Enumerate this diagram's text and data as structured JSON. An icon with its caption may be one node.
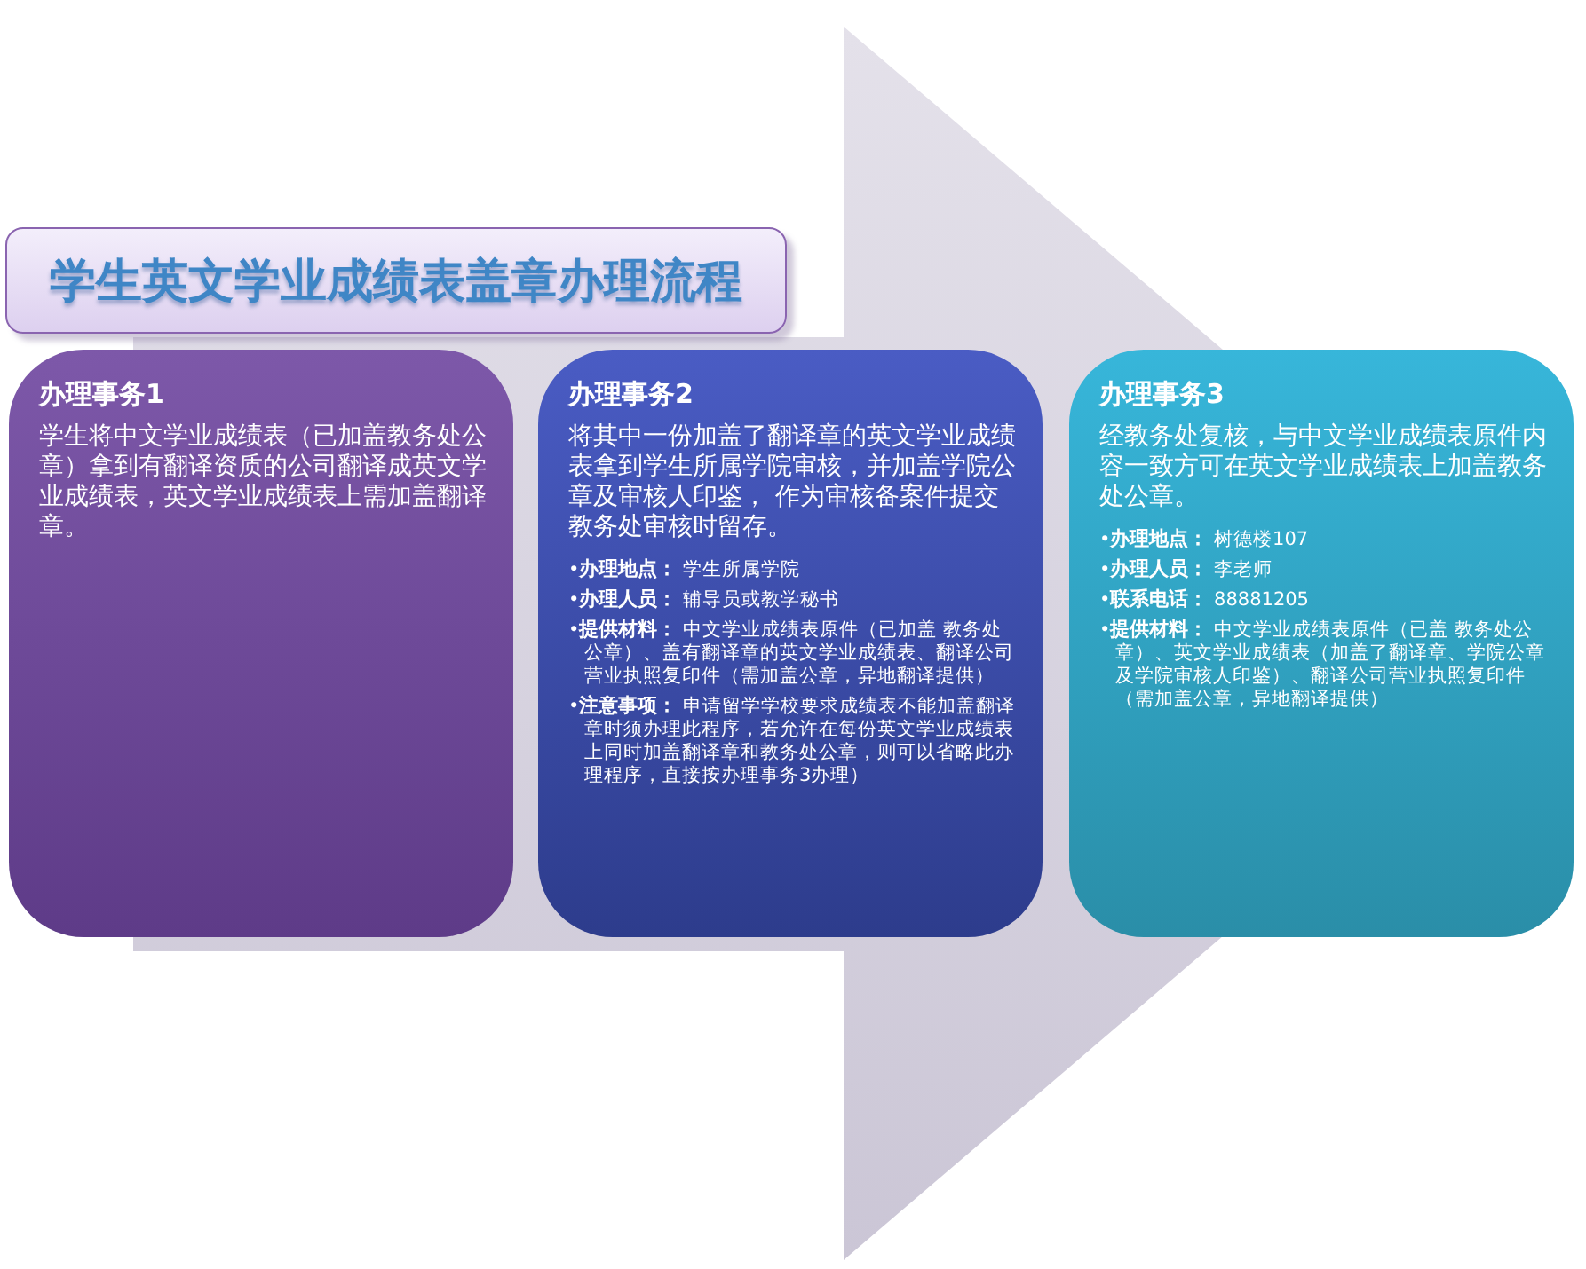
{
  "diagram": {
    "title": "学生英文学业成绩表盖章办理流程",
    "nodes": [
      {
        "text": [
          "办理事务1",
          "学生将中文学业成绩表（已加盖教务处公章）拿到有翻译资质的公司翻译成英文学业成绩表，英文学业成绩表上需加盖翻译章。"
        ]
      },
      {
        "text": [
          "办理事务2",
          "将其中一份加盖了翻译章的英文学业成绩表拿到学生所属学院审核，并加盖学院公章及审核人印鉴， 作为审核备案件提交教务处审核时留存。",
          "•**办理地点：** 学生所属学院",
          "•**办理人员：** 辅导员或教学秘书",
          "•**提供材料：** 中文学业成绩表原件（已加盖 教务处公章）、盖有翻译章的英文学业成绩表、翻译公司营业执照复印件（需加盖公章，异地翻译提供）",
          "•**注意事项：** 申请留学学校要求成绩表不能加盖翻译章时须办理此程序，若允许在每份英文学业成绩表上同时加盖翻译章和教务处公章，则可以省略此办理程序，直接按办理事务3办理）"
        ]
      },
      {
        "text": [
          "办理事务3",
          "经教务处复核，与中文学业成绩表原件内容一致方可在英文学业成绩表上加盖教务处公章。",
          "•**办理地点：** 树德楼107",
          "•**办理人员：** 李老师",
          "•**联系电话：** 88881205",
          "•**提供材料：** 中文学业成绩表原件（已盖 教务处公章）、英文学业成绩表（加盖了翻译章、学院公章及学院审核人印鉴）、翻译公司营业执照复印件（需加盖公章，异地翻译提供）"
        ]
      }
    ],
    "edges": [
      {
        "from": 0,
        "to": 2,
        "arrow": "to"
      }
    ]
  }
}
